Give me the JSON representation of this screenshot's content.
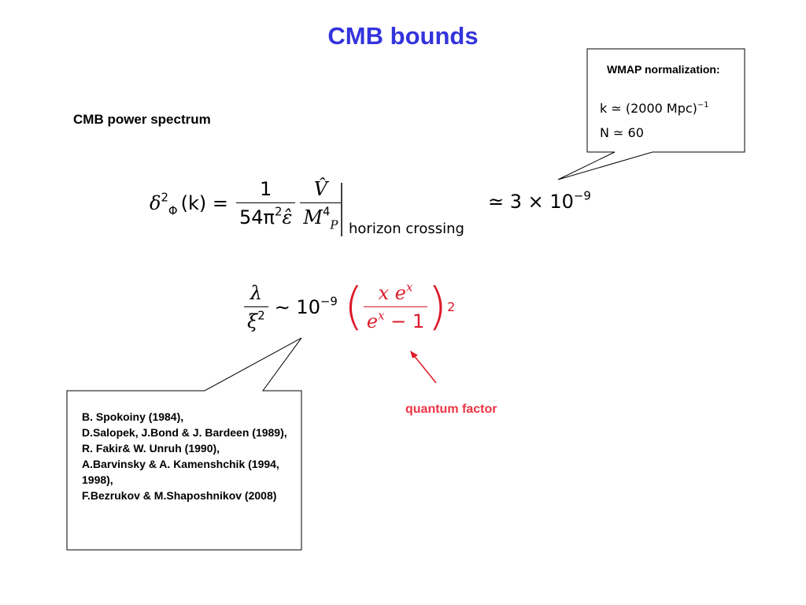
{
  "slide": {
    "title": "CMB bounds",
    "subtitle": "CMB power spectrum"
  },
  "wmap": {
    "heading": "WMAP normalization:",
    "k_text": "k ≃ (2000 Mpc)",
    "k_exp": "−1",
    "n_text": "N ≃ 60"
  },
  "equation1": {
    "lhs": "δ",
    "lhs_sup": "2",
    "lhs_sub": "Φ",
    "lhs_arg": "(k) =",
    "frac1_num": "1",
    "frac1_den": "54π",
    "frac1_den_sup": "2",
    "frac1_den_eps": "ε̂",
    "frac2_num": "V̂",
    "frac2_den": "M",
    "frac2_den_sup": "4",
    "frac2_den_sub": "P",
    "eval_sub": "horizon crossing",
    "rhs": "≃ 3 × 10",
    "rhs_exp": "−9"
  },
  "equation2": {
    "frac_num": "λ",
    "frac_den": "ξ",
    "frac_den_sup": "2",
    "middle": "∼ 10",
    "middle_exp": "−9",
    "q_num": "x e",
    "q_num_sup": "x",
    "q_den": "e",
    "q_den_sup": "x",
    "q_den_tail": " − 1",
    "q_power": "2"
  },
  "quantum_label": "quantum factor",
  "references": [
    "B. Spokoiny (1984),",
    "D.Salopek, J.Bond & J. Bardeen (1989),",
    "R. Fakir& W. Unruh (1990),",
    "A.Barvinsky & A. Kamenshchik (1994, 1998),",
    "F.Bezrukov & M.Shaposhnikov (2008)"
  ],
  "colors": {
    "title": "#3333dd",
    "quantum": "#dd1a2a",
    "quantum_label": "#ee3344"
  }
}
